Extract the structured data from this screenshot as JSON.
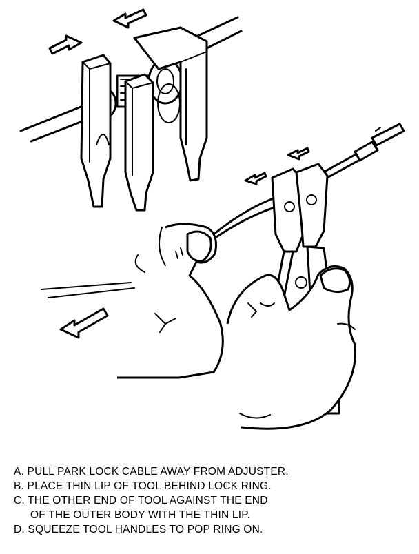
{
  "figure": {
    "steps": [
      {
        "line1": "A. PULL PARK LOCK CABLE AWAY FROM ADJUSTER.",
        "line2": ""
      },
      {
        "line1": "B. PLACE THIN LIP OF TOOL BEHIND LOCK RING.",
        "line2": ""
      },
      {
        "line1": "C. THE OTHER END OF TOOL AGAINST THE END",
        "line2": "OF THE OUTER BODY WITH THE THIN LIP."
      },
      {
        "line1": "D. SQUEEZE TOOL HANDLES TO POP RING ON.",
        "line2": ""
      }
    ]
  }
}
